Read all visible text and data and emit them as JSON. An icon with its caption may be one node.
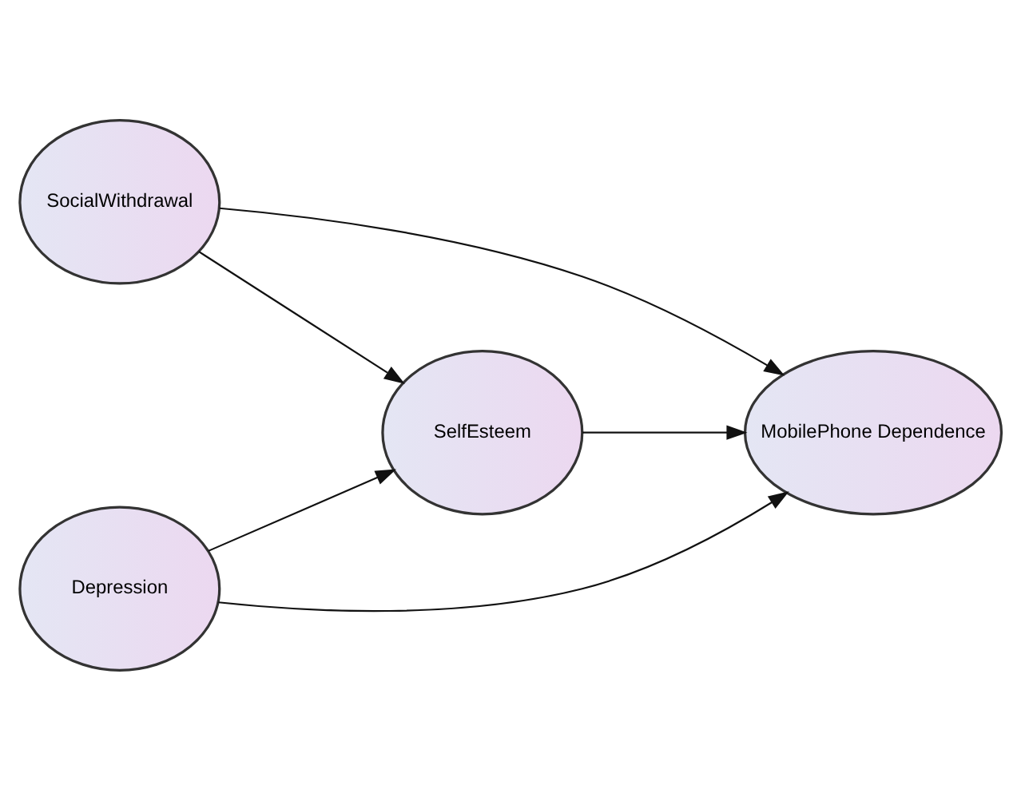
{
  "diagram": {
    "nodes": [
      {
        "text": [
          "SocialWithdrawal"
        ]
      },
      {
        "text": [
          "SelfEsteem"
        ]
      },
      {
        "text": [
          "MobilePhone Dependence"
        ]
      },
      {
        "text": [
          "Depression"
        ]
      }
    ],
    "edges": [
      {
        "from": 0,
        "to": 1,
        "arrow": "to"
      },
      {
        "from": 0,
        "to": 2,
        "arrow": "to"
      },
      {
        "from": 1,
        "to": 2,
        "arrow": "to"
      },
      {
        "from": 3,
        "to": 1,
        "arrow": "to"
      },
      {
        "from": 3,
        "to": 2,
        "arrow": "to"
      }
    ]
  }
}
